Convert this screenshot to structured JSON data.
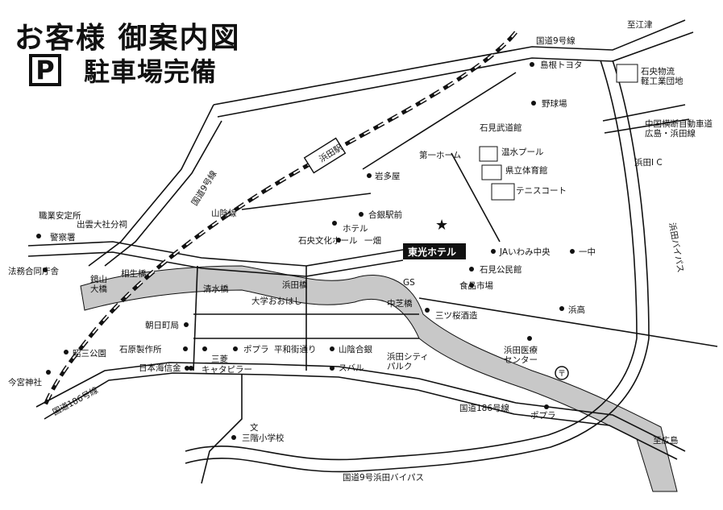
{
  "title": "お客様 御案内図",
  "parking": {
    "icon": "P",
    "text": "駐車場完備"
  },
  "hotel": {
    "name": "東光ホテル",
    "marker": "★"
  },
  "places": {
    "hamada_station": "浜田駅",
    "r9_top": "国道9号線",
    "r9_side": "国道9号線",
    "r186_left": "国道186号線",
    "r186_bottom": "国道186号線",
    "bypass_bottom": "国道9号浜田バイパス",
    "bypass_right": "浜田バイパス",
    "san_in_line": "山陰線",
    "to_gotsu": "至江津",
    "to_hiroshima": "至広島",
    "sekio": "石央物流\n軽工業団地",
    "chugoku_expressway": "中国横断自動車道\n広島・浜田線",
    "hamada_ic": "浜田I C",
    "shimane_toyota": "島根トヨタ",
    "baseball": "野球場",
    "budokan": "石見武道館",
    "pool": "温水プール",
    "gym": "県立体育館",
    "tennis": "テニスコート",
    "daiichi_home": "第一ホーム",
    "iwataya": "岩多屋",
    "godo_ekimae": "合銀駅前",
    "hotel_label": "ホテル",
    "sekio_bunka": "石央文化ホール",
    "ippata": "一畑",
    "ja": "JAいわみ中央",
    "ichi_naka": "一中",
    "iwami_kominkan": "石見公民館",
    "food_market": "食品市場",
    "shokugyo": "職業安定所",
    "izumo_taisha": "出雲大社分祠",
    "police": "警察署",
    "houmu": "法務合同庁舎",
    "kagami_yama": "鏡山\n大橋",
    "aisei_bashi": "相生橋",
    "shimizu_bashi": "清水橋",
    "daigaku": "大学おおはし",
    "hamada_bashi": "浜田橋",
    "gs": "GS",
    "nakashiba_bashi": "中芝橋",
    "mitsuya": "三ツ桜酒造",
    "hamataka": "浜高",
    "asahi_post": "朝日町局",
    "ishihara": "石原製作所",
    "showa_park": "昭三公園",
    "imamiya": "今宮神社",
    "nihon_kaishin": "日本海信金",
    "sansei": "三菱",
    "caterpillar": "キャタピラー",
    "popura1": "ポプラ",
    "heiwa": "平和街通り",
    "sanin_godo": "山陰合銀",
    "hamada_city": "浜田シティ\nパルク",
    "subaru": "スバル",
    "hamada_hospital": "浜田医療\nセンター",
    "popura2": "ポプラ",
    "school_mark": "文",
    "mikai_school": "三階小学校"
  }
}
